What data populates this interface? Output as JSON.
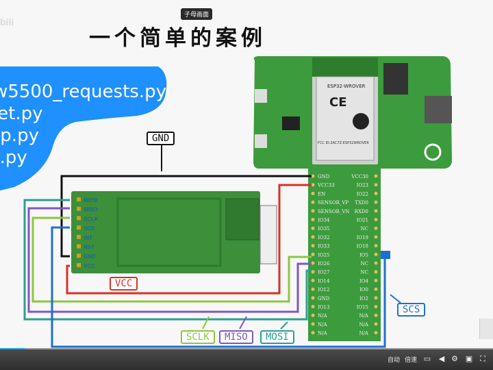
{
  "title": "一个简单的案例",
  "tooltip": "子母画面",
  "watermark": "bili",
  "code_lines": [
    "w5500_requests.py",
    "ket.py",
    "cp.py",
    "s.py"
  ],
  "module_pins": [
    "MOSI",
    "MISO",
    "SCLK",
    "SCS",
    "INT",
    "RST",
    "GND",
    "VCC"
  ],
  "esp_left_pins": [
    "GND",
    "VCC33",
    "EN",
    "SENSOR_VP",
    "SENSOR_VN",
    "IO34",
    "IO35",
    "IO32",
    "IO33",
    "IO25",
    "IO26",
    "IO27",
    "IO14",
    "IO12",
    "GND",
    "IO13",
    "N/A",
    "N/A",
    "N/A"
  ],
  "esp_right_pins": [
    "VCC30",
    "IO23",
    "IO22",
    "TXD0",
    "RXD0",
    "IO21",
    "NC",
    "IO19",
    "IO18",
    "IO5",
    "NC",
    "NC",
    "IO4",
    "IO0",
    "IO2",
    "IO15",
    "N/A",
    "N/A",
    "N/A"
  ],
  "module_chip": {
    "brand": "ESP32-WROVER",
    "fcc": "FCC ID:2AC7Z-ESP32WROVER"
  },
  "labels": {
    "gnd": "GND",
    "vcc": "VCC",
    "sclk": "SCLK",
    "miso": "MISO",
    "mosi": "MOSI",
    "scs": "SCS"
  },
  "colors": {
    "gnd": "#111111",
    "vcc": "#d93025",
    "sclk": "#8cc63f",
    "miso": "#7e57c2",
    "mosi": "#2e9e8f",
    "scs": "#1f6fd1",
    "board": "#3b9a3b"
  },
  "controls": {
    "quality": "自动",
    "speed": "倍速",
    "progress": 0.05
  }
}
